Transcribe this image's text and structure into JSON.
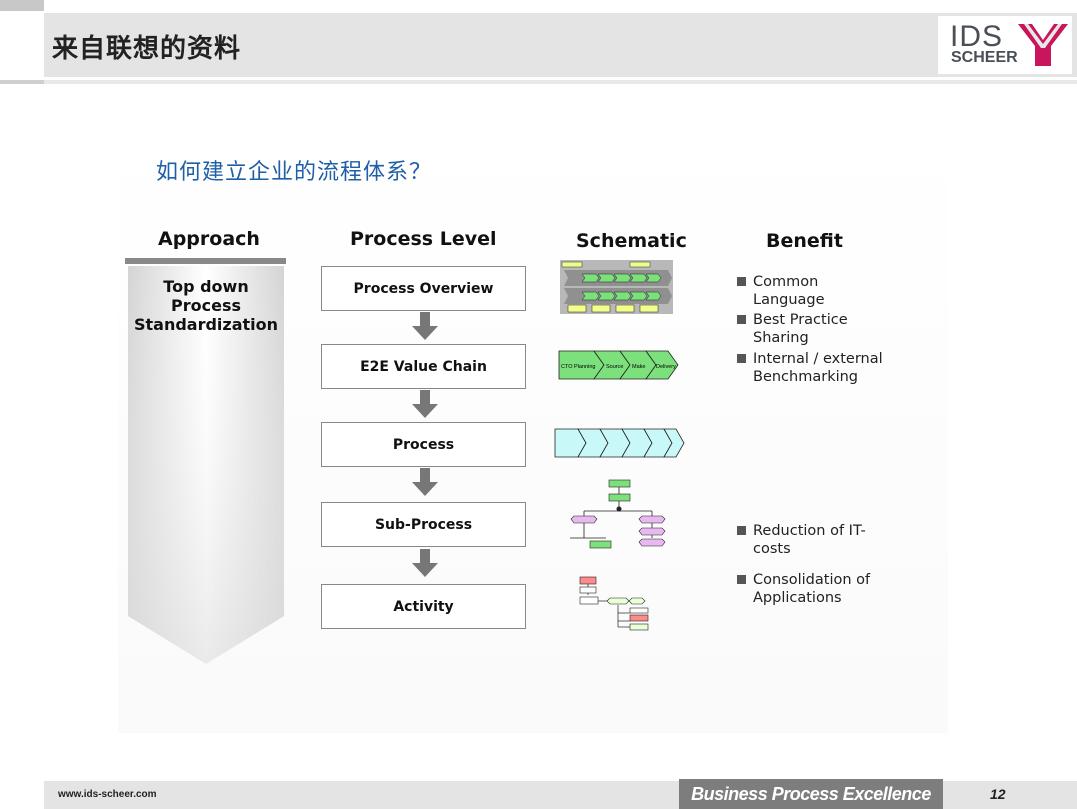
{
  "header": {
    "title": "来自联想的资料",
    "logo_top": "IDS",
    "logo_bottom": "SCHEER",
    "logo_color": "#c8155b"
  },
  "subtitle": "如何建立企业的流程体系？",
  "columns": {
    "approach": "Approach",
    "process_level": "Process Level",
    "schematic": "Schematic",
    "benefit": "Benefit"
  },
  "approach": {
    "line1": "Top down",
    "line2": "Process",
    "line3": "Standardization"
  },
  "process_levels": [
    "Process Overview",
    "E2E Value Chain",
    "Process",
    "Sub-Process",
    "Activity"
  ],
  "schematic": {
    "value_chain": [
      "CTO Planning",
      "Source",
      "Make",
      "Delivery"
    ]
  },
  "benefits": [
    {
      "line1": "Common",
      "line2": "Language"
    },
    {
      "line1": "Best Practice",
      "line2": "Sharing"
    },
    {
      "line1": "Internal / external",
      "line2": "Benchmarking"
    },
    {
      "line1": "Reduction of IT-",
      "line2": "costs"
    },
    {
      "line1": "Consolidation of",
      "line2": "Applications"
    }
  ],
  "footer": {
    "url": "www.ids-scheer.com",
    "slogan": "Business Process Excellence",
    "page": "12"
  },
  "colors": {
    "accent_blue": "#1f5fa6",
    "chevron_green": "#7ce07c",
    "chevron_cyan": "#c8f8f8"
  }
}
